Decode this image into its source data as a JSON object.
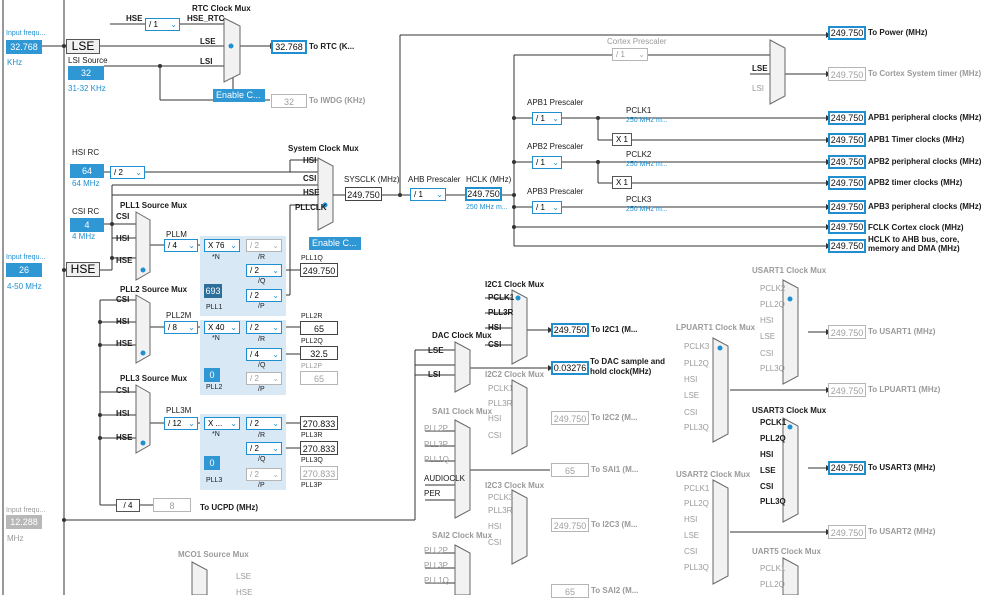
{
  "sources": {
    "lse_input_label": "Input frequ...",
    "lse_value": "32.768",
    "lse_unit": "KHz",
    "lse_label": "LSE",
    "lsi_source_label": "LSI Source",
    "lsi_value": "32",
    "lsi_range": "31-32 KHz",
    "hsi_rc_label": "HSI RC",
    "hsi_value": "64",
    "hsi_freq": "64 MHz",
    "csi_rc_label": "CSI RC",
    "csi_value": "4",
    "csi_freq": "4 MHz",
    "hse_input_label": "Input frequ...",
    "hse_value": "26",
    "hse_range": "4-50 MHz",
    "hse_label": "HSE",
    "ext_input_label": "Input frequ...",
    "ext_value": "12.288",
    "ext_unit": "MHz"
  },
  "rtc": {
    "mux_title": "RTC Clock Mux",
    "hse_label": "HSE",
    "hse_div": "/ 1",
    "hse_rtc": "HSE_RTC",
    "lse_label": "LSE",
    "lsi_label": "LSI",
    "rtc_value": "32.768",
    "rtc_label": "To RTC (K...",
    "enable_button": "Enable C...",
    "iwdg_value": "32",
    "iwdg_label": "To IWDG (KHz)"
  },
  "sysclk": {
    "mux_title": "System Clock Mux",
    "hsi": "HSI",
    "csi": "CSI",
    "hse": "HSE",
    "pllclk": "PLLCLK",
    "enable_button": "Enable C...",
    "sysclk_label": "SYSCLK (MHz)",
    "sysclk_value": "249.750",
    "ahb_label": "AHB Prescaler",
    "ahb_div": "/ 1",
    "hclk_label": "HCLK (MHz)",
    "hclk_value": "249.750",
    "hclk_max": "250 MHz m..."
  },
  "pll": {
    "pll1_mux_title": "PLL1 Source Mux",
    "pll2_mux_title": "PLL2 Source Mux",
    "pll3_mux_title": "PLL3 Source Mux",
    "csi": "CSI",
    "hsi": "HSI",
    "hse": "HSE",
    "pllm": "PLLM",
    "pll2m": "PLL2M",
    "pll3m": "PLL3M",
    "pll1_m": "/ 4",
    "pll2_m": "/ 8",
    "pll3_m": "/ 12",
    "pll1_n": "X 76",
    "pll2_n": "X 40",
    "pll3_n": "X ...",
    "n_label": "*N",
    "pll1_frac": "693",
    "pll2_frac": "0",
    "pll3_frac": "0",
    "pll1_name": "PLL1",
    "pll2_name": "PLL2",
    "pll3_name": "PLL3",
    "r_label": "/R",
    "q_label": "/Q",
    "p_label": "/P",
    "pll1_r": "/ 2",
    "pll1_q": "/ 2",
    "pll1_p": "/ 2",
    "pll2_r": "/ 2",
    "pll2_q": "/ 4",
    "pll2_p": "/ 2",
    "pll3_r": "/ 2",
    "pll3_q": "/ 2",
    "pll3_p": "/ 2",
    "pll1q_label": "PLL1Q",
    "pll1q_value": "249.750",
    "pll2r_label": "PLL2R",
    "pll2r_value": "65",
    "pll2q_label": "PLL2Q",
    "pll2q_value": "32.5",
    "pll2p_label": "PLL2P",
    "pll2p_value": "65",
    "pll3r_label": "PLL3R",
    "pll3r_value": "270.833",
    "pll3q_label": "PLL3Q",
    "pll3q_value": "270.833",
    "pll3p_label": "PLL3P",
    "pll3p_value": "270.833",
    "ucpd_div": "/ 4",
    "ucpd_value": "8",
    "ucpd_label": "To UCPD (MHz)"
  },
  "bus": {
    "cortex_prescaler": "Cortex Prescaler",
    "cortex_div": "/ 1",
    "lse": "LSE",
    "lsi": "LSI",
    "apb1_prescaler": "APB1 Prescaler",
    "apb1_div": "/ 1",
    "pclk1": "PCLK1",
    "pclk1_max": "250 MHz m...",
    "x1a": "X 1",
    "apb2_prescaler": "APB2 Prescaler",
    "apb2_div": "/ 1",
    "pclk2": "PCLK2",
    "pclk2_max": "250 MHz m...",
    "x1b": "X 1",
    "apb3_prescaler": "APB3 Prescaler",
    "apb3_div": "/ 1",
    "pclk3": "PCLK3",
    "pclk3_max": "250 MHz m..."
  },
  "outputs": [
    {
      "value": "249.750",
      "label": "To Power (MHz)",
      "active": true
    },
    {
      "value": "249.750",
      "label": "To Cortex System timer (MHz)",
      "active": false
    },
    {
      "value": "249.750",
      "label": "APB1 peripheral clocks (MHz)",
      "active": true
    },
    {
      "value": "249.750",
      "label": "APB1 Timer clocks (MHz)",
      "active": true
    },
    {
      "value": "249.750",
      "label": "APB2 peripheral clocks (MHz)",
      "active": true
    },
    {
      "value": "249.750",
      "label": "APB2 timer clocks (MHz)",
      "active": true
    },
    {
      "value": "249.750",
      "label": "APB3 peripheral clocks (MHz)",
      "active": true
    },
    {
      "value": "249.750",
      "label": "FCLK Cortex clock (MHz)",
      "active": true
    },
    {
      "value": "249.750",
      "label": "HCLK to AHB bus, core, memory and DMA (MHz)",
      "active": true
    }
  ],
  "peripherals": {
    "i2c1_title": "I2C1 Clock Mux",
    "i2c1_inputs": [
      "PCLK1",
      "PLL3R",
      "HSI",
      "CSI"
    ],
    "i2c1_value": "249.750",
    "i2c1_label": "To I2C1 (M...",
    "dac_title": "DAC Clock Mux",
    "dac_inputs": [
      "LSE",
      "LSI"
    ],
    "dac_value": "0.03276",
    "dac_label": "To DAC sample and hold clock(MHz)",
    "i2c2_title": "I2C2 Clock Mux",
    "i2c2_inputs": [
      "PCLK1",
      "PLL3R",
      "HSI",
      "CSI"
    ],
    "i2c2_value": "249.750",
    "i2c2_label": "To I2C2 (M...",
    "sai1_title": "SAI1 Clock Mux",
    "sai1_inputs": [
      "PLL2P",
      "PLL3P",
      "PLL1Q",
      "AUDIOCLK",
      "PER"
    ],
    "sai1_value": "65",
    "sai1_label": "To SAI1 (M...",
    "i2c3_title": "I2C3 Clock Mux",
    "i2c3_inputs": [
      "PCLK3",
      "PLL3R",
      "HSI",
      "CSI"
    ],
    "i2c3_value": "249.750",
    "i2c3_label": "To I2C3 (M...",
    "sai2_title": "SAI2 Clock Mux",
    "sai2_inputs": [
      "PLL2P",
      "PLL3P",
      "PLL1Q"
    ],
    "sai2_value": "65",
    "sai2_label": "To SAI2 (M...",
    "mco1_title": "MCO1 Source Mux",
    "mco1_inputs": [
      "LSE",
      "HSE"
    ],
    "usart1_title": "USART1 Clock Mux",
    "usart1_inputs": [
      "PCLK2",
      "PLL2Q",
      "HSI",
      "LSE",
      "CSI",
      "PLL3Q"
    ],
    "usart1_value": "249.750",
    "usart1_label": "To USART1 (MHz)",
    "lpuart1_title": "LPUART1 Clock Mux",
    "lpuart1_inputs": [
      "PCLK3",
      "PLL2Q",
      "HSI",
      "LSE",
      "CSI",
      "PLL3Q"
    ],
    "lpuart1_value": "249.750",
    "lpuart1_label": "To LPUART1 (MHz)",
    "usart3_title": "USART3 Clock Mux",
    "usart3_inputs": [
      "PCLK1",
      "PLL2Q",
      "HSI",
      "LSE",
      "CSI",
      "PLL3Q"
    ],
    "usart3_value": "249.750",
    "usart3_label": "To USART3 (MHz)",
    "usart2_title": "USART2 Clock Mux",
    "usart2_inputs": [
      "PCLK1",
      "PLL2Q",
      "HSI",
      "LSE",
      "CSI",
      "PLL3Q"
    ],
    "usart2_value": "249.750",
    "usart2_label": "To USART2 (MHz)",
    "uart5_title": "UART5 Clock Mux",
    "uart5_inputs": [
      "PCLK1",
      "PLL2Q"
    ]
  },
  "colors": {
    "accent": "#2f97d4",
    "panel": "#d8e8f5",
    "line": "#333333",
    "grey": "#b5b5b5"
  }
}
